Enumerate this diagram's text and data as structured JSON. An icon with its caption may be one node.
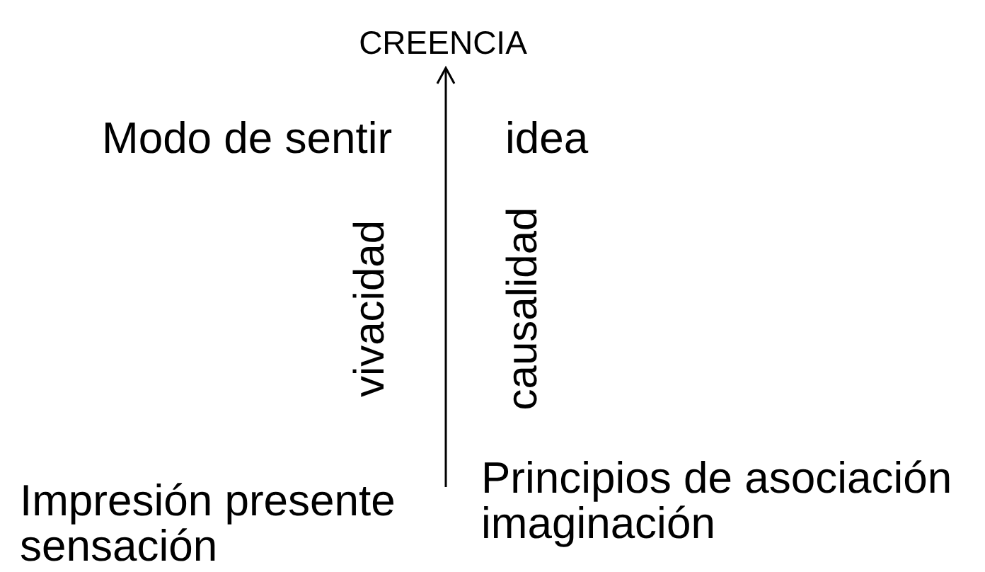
{
  "diagram": {
    "nodes": [
      {
        "text": [
          "CREENCIA"
        ]
      },
      {
        "text": [
          "Impresión presente sensación"
        ]
      }
    ],
    "edges": [
      {
        "from": 1,
        "to": 0,
        "arrow": "to"
      }
    ],
    "labels": [
      "Modo de sentir",
      "idea",
      "vivacidad",
      "causalidad",
      "Principios de asociación imaginación"
    ]
  }
}
